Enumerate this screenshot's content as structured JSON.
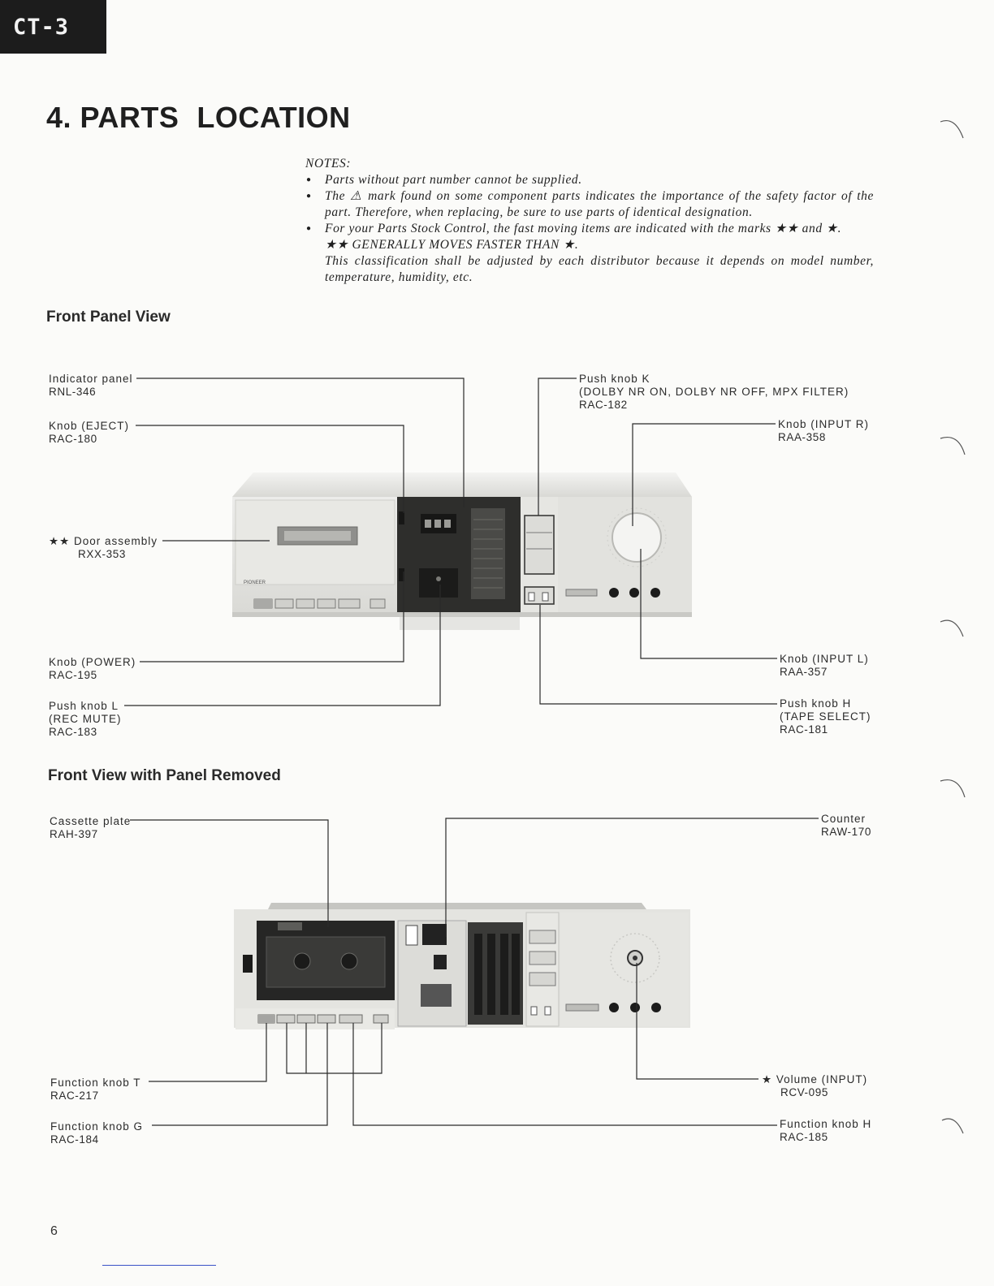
{
  "header": {
    "model_tab": "CT-3",
    "title_num": "4. PARTS",
    "title_word": "LOCATION"
  },
  "notes": {
    "heading": "NOTES:",
    "items": [
      "Parts without part number cannot be supplied.",
      "The ⚠ mark found on some component parts indicates the importance of the safety factor of the part. Therefore, when replacing, be sure to use parts of identical designation.",
      "For your Parts Stock Control, the fast moving items are indicated with the marks ★★ and ★."
    ],
    "sub1": "★★ GENERALLY MOVES FASTER THAN ★.",
    "sub2": "This classification shall be adjusted by each distributor because it depends on model number, temperature, humidity, etc."
  },
  "front_panel": {
    "title": "Front Panel View",
    "callouts": {
      "indicator_panel": [
        "Indicator panel",
        "RNL-346"
      ],
      "knob_eject": [
        "Knob (EJECT)",
        "RAC-180"
      ],
      "door_assembly": [
        "★★ Door assembly",
        "RXX-353"
      ],
      "knob_power": [
        "Knob (POWER)",
        "RAC-195"
      ],
      "push_knob_l": [
        "Push knob L",
        "(REC MUTE)",
        "RAC-183"
      ],
      "push_knob_k": [
        "Push knob K",
        "(DOLBY NR ON, DOLBY NR OFF, MPX FILTER)",
        "RAC-182"
      ],
      "knob_input_r": [
        "Knob (INPUT R)",
        "RAA-358"
      ],
      "knob_input_l": [
        "Knob (INPUT L)",
        "RAA-357"
      ],
      "push_knob_h": [
        "Push knob H",
        "(TAPE SELECT)",
        "RAC-181"
      ]
    },
    "brand": "PIONEER"
  },
  "panel_removed": {
    "title": "Front View with Panel Removed",
    "callouts": {
      "cassette_plate": [
        "Cassette plate",
        "RAH-397"
      ],
      "counter": [
        "Counter",
        "RAW-170"
      ],
      "function_knob_t": [
        "Function knob T",
        "RAC-217"
      ],
      "function_knob_g": [
        "Function knob G",
        "RAC-184"
      ],
      "volume_input": [
        "★ Volume (INPUT)",
        "RCV-095"
      ],
      "function_knob_h": [
        "Function knob H",
        "RAC-185"
      ]
    }
  },
  "footer": {
    "page_number": "6"
  }
}
